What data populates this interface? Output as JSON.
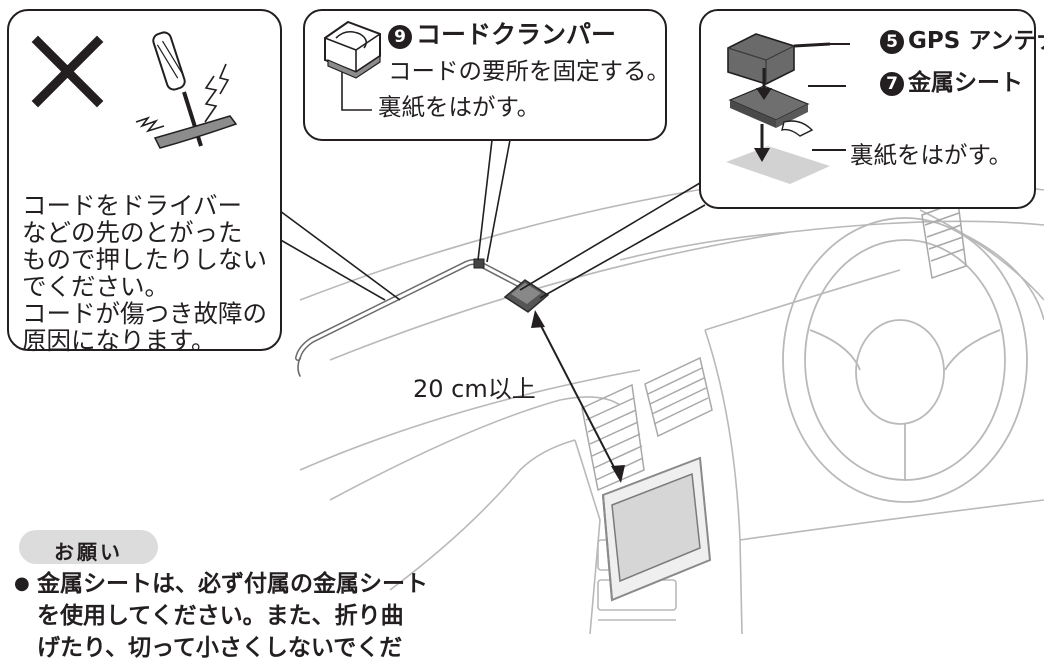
{
  "warning": {
    "lines": [
      "コードをドライバー",
      "などの先のとがった",
      "もので押したりしない",
      "でください。",
      "コードが傷つき故障の",
      "原因になります。"
    ]
  },
  "clamper": {
    "number": "9",
    "title": "コードクランパー",
    "description": "コードの要所を固定する。",
    "peel": "裏紙をはがす。"
  },
  "antenna": {
    "number": "5",
    "title": "GPS アンテナ",
    "sheet_number": "7",
    "sheet_title": "金属シート",
    "peel": "裏紙をはがす。"
  },
  "distance_label": "20 cm以上",
  "note": {
    "badge": "お願い",
    "bullet": "●",
    "lines": [
      "金属シートは、必ず付属の金属シート",
      "を使用してください。また、折り曲",
      "げたり、切って小さくしないでくだ"
    ]
  }
}
